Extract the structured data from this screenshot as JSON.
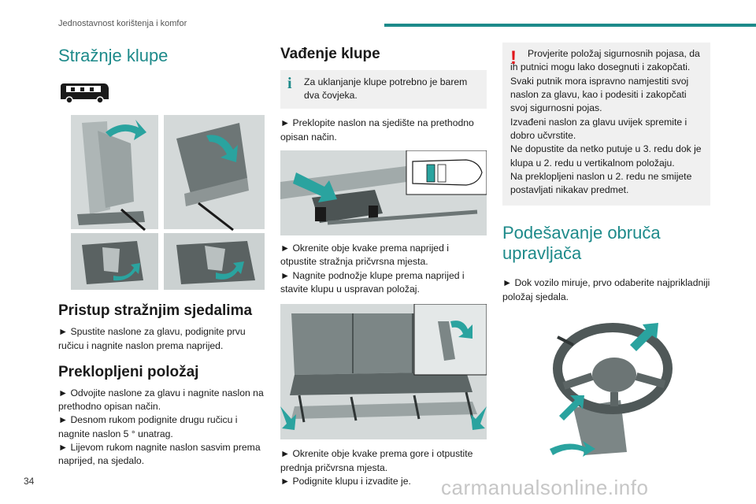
{
  "header": {
    "section": "Jednostavnost korištenja i komfor"
  },
  "page_number": "34",
  "watermark": "carmanualsonline.info",
  "colors": {
    "accent": "#1d8a8a",
    "warning": "#e0161b",
    "note_bg": "#f0f0f0"
  },
  "col1": {
    "title": "Stražnje klupe",
    "icon": "van-with-rear-seats-icon",
    "s1_title": "Pristup stražnjim sjedalima",
    "s1_text": "► Spustite naslone za glavu, podignite prvu ručicu i nagnite naslon prema naprijed.",
    "s2_title": "Preklopljeni položaj",
    "s2_lines": [
      "► Odvojite naslone za glavu i nagnite naslon na prethodno opisan način.",
      "► Desnom rukom podignite drugu ručicu i nagnite naslon 5 ° unatrag.",
      "► Lijevom rukom nagnite naslon sasvim prema naprijed, na sjedalo."
    ]
  },
  "col2": {
    "title": "Vađenje klupe",
    "note": "Za uklanjanje klupe potrebno je barem dva čovjeka.",
    "p1": "► Preklopite naslon na sjedište na prethodno opisan način.",
    "p2_lines": [
      "► Okrenite obje kvake prema naprijed i otpustite stražnja pričvrsna mjesta.",
      "► Nagnite podnožje klupe prema naprijed i stavite klupu u uspravan položaj."
    ],
    "p3_lines": [
      "► Okrenite obje kvake prema gore i otpustite prednja pričvrsna mjesta.",
      "► Podignite klupu i izvadite je."
    ]
  },
  "col3": {
    "warning_lines": [
      "Provjerite položaj sigurnosnih pojasa, da ih putnici mogu lako dosegnuti i zakopčati.",
      "Svaki putnik mora ispravno namjestiti svoj naslon za glavu, kao i podesiti i zakopčati svoj sigurnosni pojas.",
      "Izvađeni naslon za glavu uvijek spremite i dobro učvrstite.",
      "Ne dopustite da netko putuje u 3. redu dok je klupa u 2. redu u vertikalnom položaju.",
      "Na preklopljeni naslon u 2. redu ne smijete postavljati nikakav predmet."
    ],
    "title": "Podešavanje obruča upravljača",
    "p1": "► Dok vozilo miruje, prvo odaberite najprikladniji položaj sjedala."
  }
}
